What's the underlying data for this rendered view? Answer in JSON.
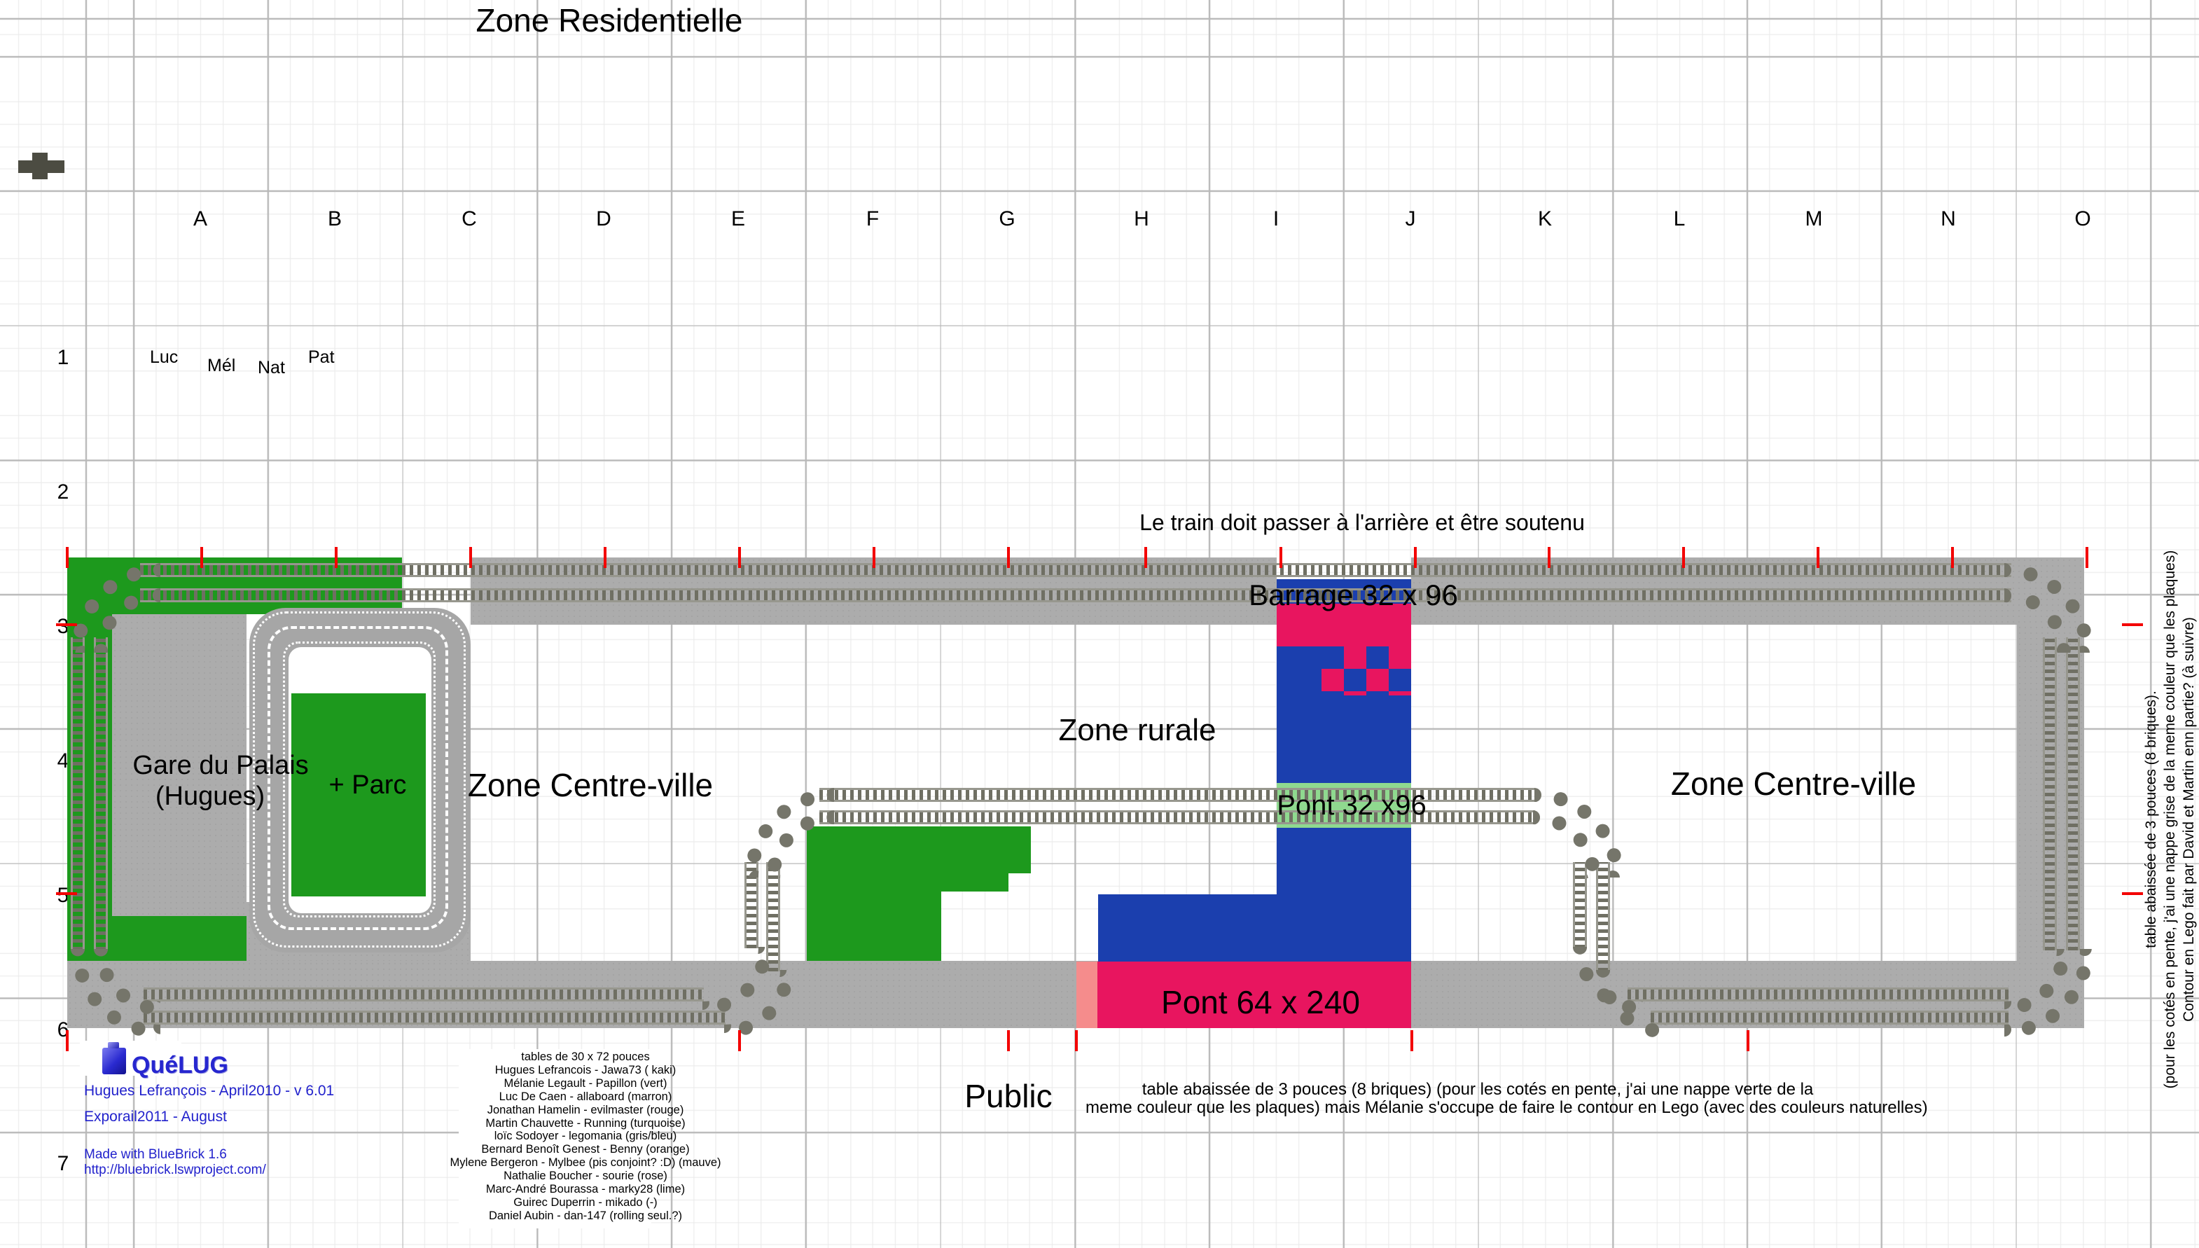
{
  "title": "Zone Residentielle",
  "grid": {
    "columns": [
      "A",
      "B",
      "C",
      "D",
      "E",
      "F",
      "G",
      "H",
      "I",
      "J",
      "K",
      "L",
      "M",
      "N",
      "O"
    ],
    "rows": [
      "1",
      "2",
      "3",
      "4",
      "5",
      "6",
      "7"
    ]
  },
  "people_corner": [
    "Luc",
    "Mél",
    "Nat",
    "Pat"
  ],
  "zones": {
    "centre_ville_left": "Zone Centre-ville",
    "centre_ville_right": "Zone Centre-ville",
    "rurale": "Zone rurale",
    "public": "Public"
  },
  "landmarks": {
    "gare_line1": "Gare du Palais",
    "gare_line2": "(Hugues)",
    "parc": "+ Parc",
    "barrage": "Barrage 32 x 96",
    "pont32": "Pont 32 x96",
    "pont64": "Pont 64 x 240"
  },
  "notes": {
    "train": "Le train doit passer à l'arrière et être soutenu",
    "bottom_line1": "table abaissée de 3 pouces (8 briques) (pour les cotés en pente, j'ai une nappe verte de la",
    "bottom_line2": "meme couleur que les plaques) mais Mélanie s'occupe de faire le contour en Lego (avec des couleurs naturelles)",
    "side_line1": "table abaissée de 3 pouces (8 briques).",
    "side_line2": "(pour les cotés en pente, j'ai une nappe grise de la meme couleur que les plaques)",
    "side_line3": "Contour en Lego fait par David et Martin enn partie? (à suivre)"
  },
  "participants": [
    "tables de 30 x 72 pouces",
    "Hugues Lefrancois - Jawa73 ( kaki)",
    "Mélanie Legault - Papillon (vert)",
    "Luc De Caen - allaboard (marron)",
    "Jonathan Hamelin - evilmaster (rouge)",
    "Martin Chauvette - Running (turquoise)",
    "loïc Sodoyer - legomania (gris/bleu)",
    "Bernard Benoît Genest - Benny (orange)",
    "Mylene Bergeron - Mylbee (pis conjoint? :D) (mauve)",
    "Nathalie Boucher - sourie (rose)",
    "Marc-André Bourassa - marky28 (lime)",
    "Guirec Duperrin - mikado (-)",
    "Daniel Aubin - dan-147 (rolling seul.?)"
  ],
  "logo": {
    "name": "QuéLUG",
    "credit": "Hugues Lefrançois - April2010 - v 6.01",
    "event": "Exporail2011 - August",
    "made_with": "Made with BlueBrick 1.6",
    "url": "http://bluebrick.lswproject.com/"
  },
  "colors": {
    "plate_green": "#1d991d",
    "plate_blue": "#1b3fae",
    "plate_pink": "#e8155f",
    "plate_salmon": "#f58c8c",
    "pont_green": "#8fd98f",
    "table_gray": "#acacac",
    "mark_red": "#f30000",
    "logo_blue": "#2222cc"
  }
}
